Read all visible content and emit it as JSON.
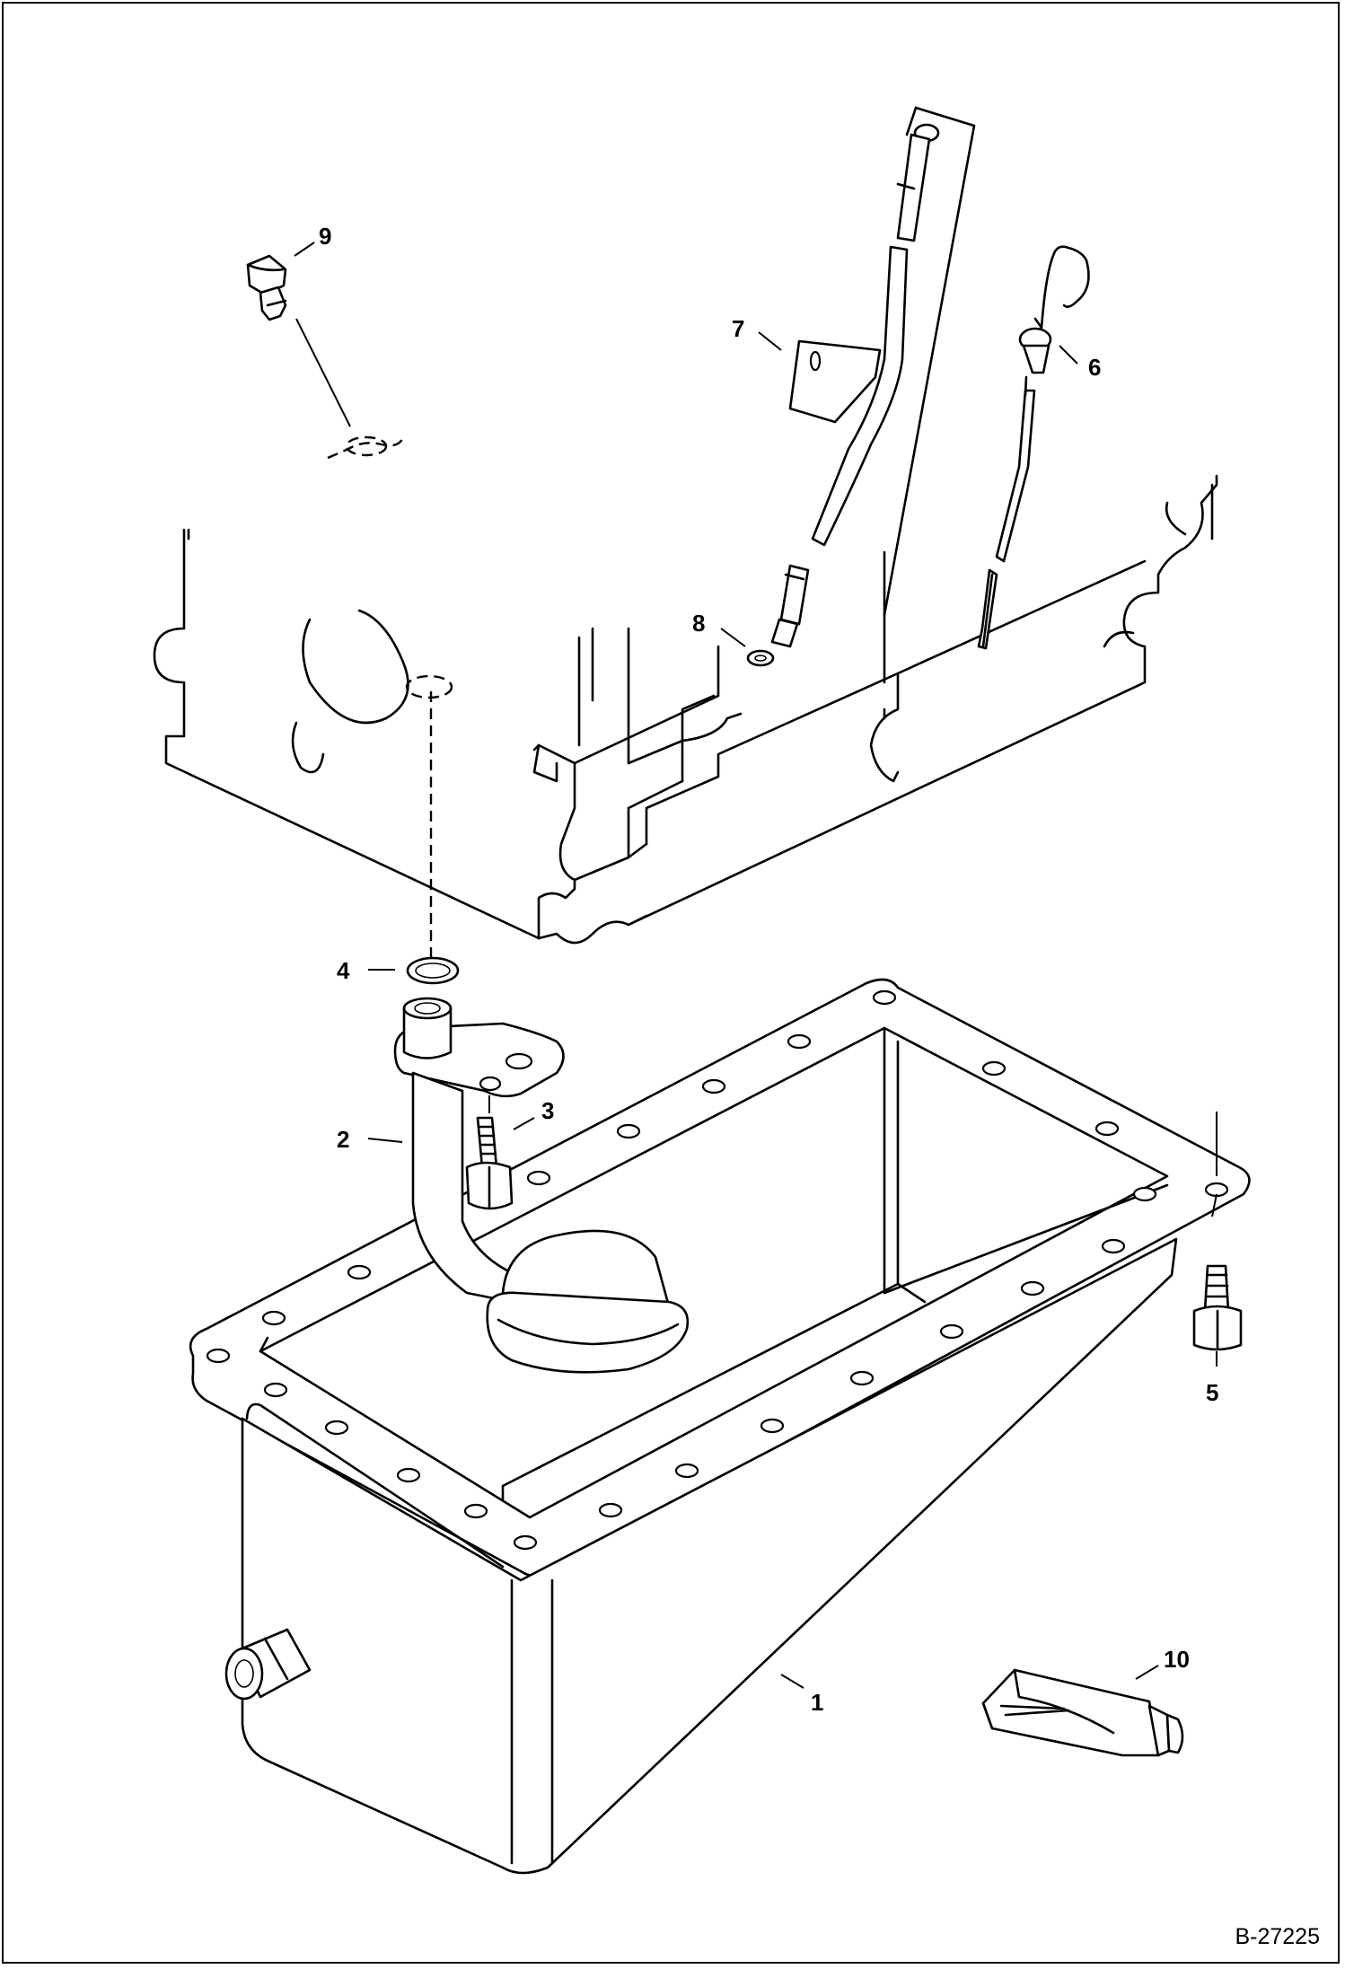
{
  "diagram": {
    "callouts": [
      {
        "id": "1",
        "text": "1"
      },
      {
        "id": "2",
        "text": "2"
      },
      {
        "id": "3",
        "text": "3"
      },
      {
        "id": "4",
        "text": "4"
      },
      {
        "id": "5",
        "text": "5"
      },
      {
        "id": "6",
        "text": "6"
      },
      {
        "id": "7",
        "text": "7"
      },
      {
        "id": "8",
        "text": "8"
      },
      {
        "id": "9",
        "text": "9"
      },
      {
        "id": "10",
        "text": "10"
      }
    ],
    "reference_number": "B-27225"
  }
}
